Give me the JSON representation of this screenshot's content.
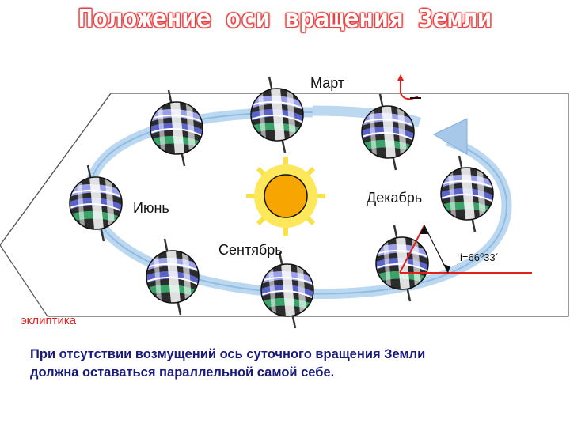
{
  "title": "Положение оси вращения Земли",
  "labels": {
    "march": "Март",
    "june": "Июнь",
    "december": "Декабрь",
    "september": "Сентябрь",
    "angle": "i=66⁰33´",
    "ecliptic": "эклиптика"
  },
  "caption": {
    "line1": "При отсутствии возмущений ось суточного вращения Земли",
    "line2": "должна оставаться параллельной самой себе."
  },
  "colors": {
    "title_outline": "#e02020",
    "orbit": "#bcd8f0",
    "sun": "#f7a500",
    "angle_lines": "#e0211b",
    "caption": "#1a1a7a",
    "ecliptic_label": "#e0211b"
  }
}
